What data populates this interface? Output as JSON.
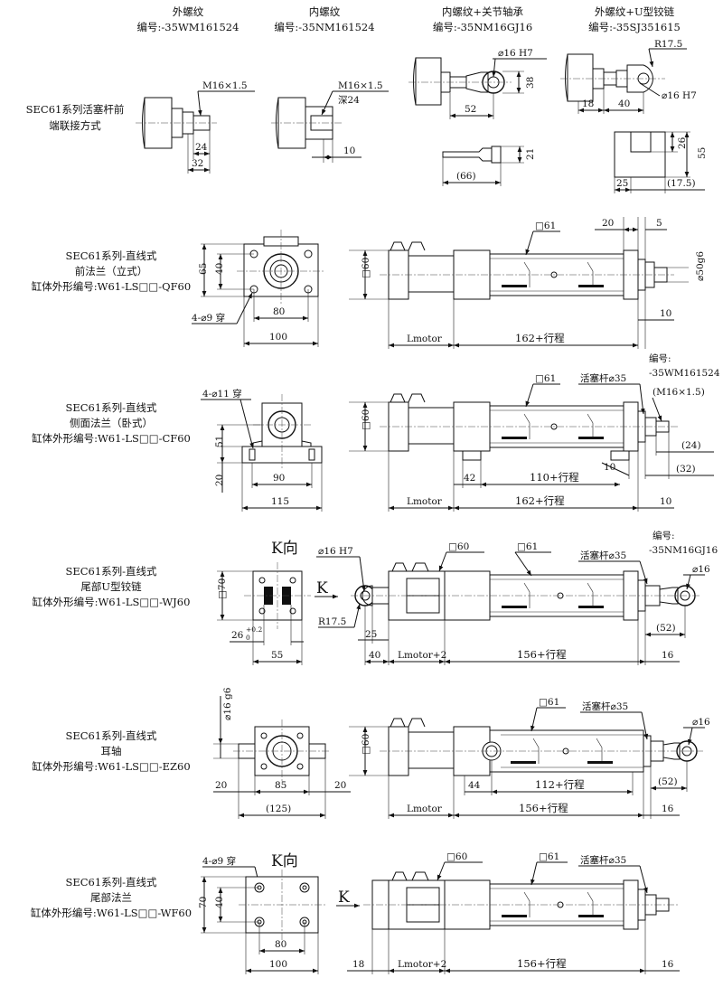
{
  "header": {
    "col1": {
      "name": "外螺纹",
      "code": "编号:-35WM161524"
    },
    "col2": {
      "name": "内螺纹",
      "code": "编号:-35NM161524"
    },
    "col3": {
      "name": "内螺纹+关节轴承",
      "code": "编号:-35NM16GJ16"
    },
    "col4": {
      "name": "外螺纹+U型铰链",
      "code": "编号:-35SJ351615"
    }
  },
  "row0": {
    "title1": "SEC61系列活塞杆前",
    "title2": "端联接方式",
    "ext": {
      "thread": "M16×1.5",
      "d1": "24",
      "d2": "32"
    },
    "int": {
      "thread": "M16×1.5",
      "depth": "深24",
      "d1": "10"
    },
    "joint": {
      "hole": "⌀16 H7",
      "h": "38",
      "len": "52",
      "pin_h": "21",
      "pin_len": "(66)"
    },
    "clevis": {
      "r": "R17.5",
      "hole": "⌀16 H7",
      "d1": "18",
      "d2": "40",
      "slot": "26",
      "h": "55",
      "d3": "25",
      "d4": "(17.5)"
    }
  },
  "row1": {
    "l1": "SEC61系列-直线式",
    "l2": "前法兰（立式）",
    "l3": "缸体外形编号:W61-LS□□-QF60",
    "f_h1": "65",
    "f_h2": "40",
    "f_w1": "80",
    "f_w2": "100",
    "holes": "4-⌀9 穿",
    "side_sq": "□60",
    "tube_sq": "□61",
    "top1": "20",
    "top2": "5",
    "rod": "⌀50g6",
    "lmotor": "Lmotor",
    "stroke": "162+行程",
    "end": "10"
  },
  "row2": {
    "l1": "SEC61系列-直线式",
    "l2": "侧面法兰（卧式）",
    "l3": "缸体外形编号:W61-LS□□-CF60",
    "holes": "4-⌀11 穿",
    "h1": "51",
    "h2": "20",
    "w1": "90",
    "w2": "115",
    "side_sq": "□60",
    "tube_sq": "□61",
    "piston": "活塞杆⌀35",
    "code_label": "编号:",
    "code": "-35WM161524",
    "thread": "(M16×1.5)",
    "d24": "(24)",
    "d32": "(32)",
    "d10a": "10",
    "d42": "42",
    "stroke1": "110+行程",
    "lmotor": "Lmotor",
    "stroke2": "162+行程",
    "end": "10"
  },
  "row3": {
    "l1": "SEC61系列-直线式",
    "l2": "尾部U型铰链",
    "l3": "缸体外形编号:W61-LS□□-WJ60",
    "kview": "K向",
    "k": "K",
    "sq70": "□70",
    "slot": "26",
    "slot_tol_up": "+0.2",
    "slot_tol_dn": "0",
    "w55": "55",
    "hole": "⌀16 H7",
    "r": "R17.5",
    "d25": "25",
    "d40": "40",
    "sq60": "□60",
    "tube_sq": "□61",
    "piston": "活塞杆⌀35",
    "code_label": "编号:",
    "code": "-35NM16GJ16",
    "d16": "⌀16",
    "d52": "(52)",
    "lmotor": "Lmotor+2",
    "stroke": "156+行程",
    "end": "16"
  },
  "row4": {
    "l1": "SEC61系列-直线式",
    "l2": "耳轴",
    "l3": "缸体外形编号:W61-LS□□-EZ60",
    "shaft": "⌀16 g6",
    "w20a": "20",
    "w85": "85",
    "w20b": "20",
    "w125": "(125)",
    "sq60": "□60",
    "tube_sq": "□61",
    "piston": "活塞杆⌀35",
    "d16": "⌀16",
    "d44": "44",
    "stroke1": "112+行程",
    "d52": "(52)",
    "lmotor": "Lmotor",
    "stroke2": "156+行程",
    "end": "16"
  },
  "row5": {
    "l1": "SEC61系列-直线式",
    "l2": "尾部法兰",
    "l3": "缸体外形编号:W61-LS□□-WF60",
    "holes": "4-⌀9 穿",
    "kview": "K向",
    "k": "K",
    "h70": "70",
    "h40": "40",
    "w80": "80",
    "w100": "100",
    "sq60": "□60",
    "tube_sq": "□61",
    "piston": "活塞杆⌀35",
    "d18": "18",
    "lmotor": "Lmotor+2",
    "stroke": "156+行程",
    "end": "16"
  }
}
